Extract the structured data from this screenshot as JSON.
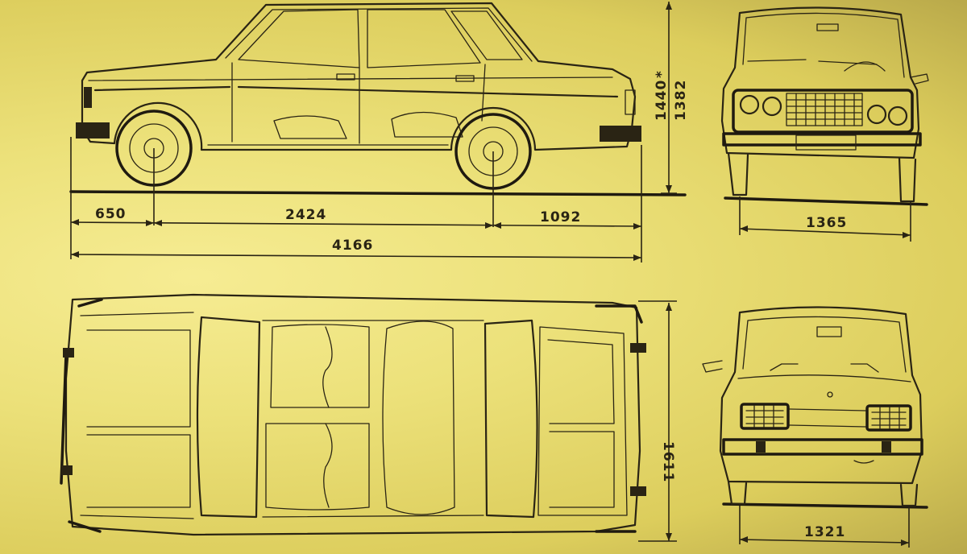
{
  "dimensions": {
    "front_overhang": "650",
    "wheelbase": "2424",
    "rear_overhang": "1092",
    "overall_length": "4166",
    "height_loaded": "1440",
    "height_asterisk": "*",
    "height_unloaded": "1382",
    "front_track": "1365",
    "rear_track": "1321",
    "overall_width": "1611"
  },
  "colors": {
    "paper": "#e9dc6e",
    "ink": "#2a2414"
  }
}
